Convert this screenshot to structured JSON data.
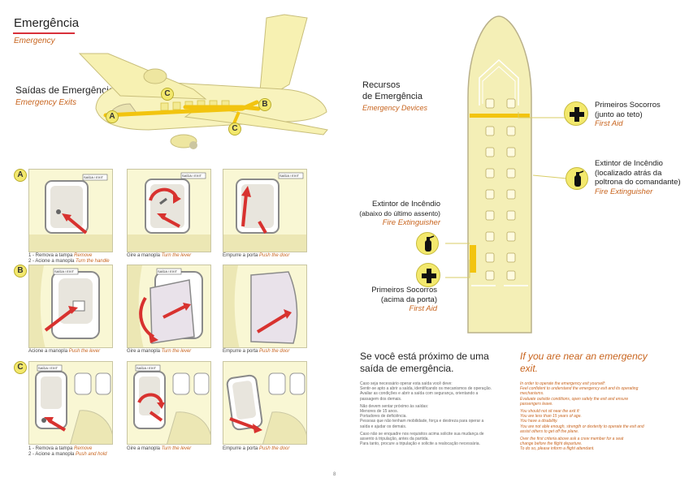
{
  "header": {
    "title": "Emergência",
    "subtitle": "Emergency"
  },
  "exits": {
    "title": "Saídas de Emergência",
    "subtitle": "Emergency Exits",
    "labels": [
      "A",
      "B",
      "C"
    ]
  },
  "rows": [
    {
      "label": "A",
      "captions": [
        {
          "pt": "1 - Remova a tampa",
          "en": "Remove",
          "pt2": "2 - Acione a manopla",
          "en2": "Turn the handle"
        },
        {
          "pt": "Gire a manopla",
          "en": "Turn the lever"
        },
        {
          "pt": "Empurre a porta",
          "en": "Push the door"
        }
      ]
    },
    {
      "label": "B",
      "captions": [
        {
          "pt": "Acione a manopla",
          "en": "Push the lever"
        },
        {
          "pt": "Gire a manopla",
          "en": "Turn the lever"
        },
        {
          "pt": "Empurre a porta",
          "en": "Push the door"
        }
      ]
    },
    {
      "label": "C",
      "captions": [
        {
          "pt": "1 - Remova a tampa",
          "en": "Remove",
          "pt2": "2 - Acione a manopla",
          "en2": "Push and hold"
        },
        {
          "pt": "Gire a manopla",
          "en": "Turn the lever"
        },
        {
          "pt": "Empurre a porta",
          "en": "Push the door"
        }
      ]
    }
  ],
  "exit_sign": "SAÍDA / EXIT",
  "page_number": "8",
  "devices": {
    "title_pt_1": "Recursos",
    "title_pt_2": "de Emergência",
    "title_en": "Emergency Devices",
    "first_aid_top": {
      "pt_1": "Primeiros Socorros",
      "pt_2": "(junto ao teto)",
      "en": "First Aid"
    },
    "extinguisher_right": {
      "pt_1": "Extintor de Incêndio",
      "pt_2": "(localizado atrás da",
      "pt_3": "poltrona do comandante)",
      "en": "Fire Extinguisher"
    },
    "extinguisher_left": {
      "pt_1": "Extintor de Incêndio",
      "pt_2": "(abaixo do último assento)",
      "en": "Fire Extinguisher"
    },
    "first_aid_left": {
      "pt_1": "Primeiros Socorros",
      "pt_2": "(acima da porta)",
      "en": "First Aid"
    }
  },
  "near_exit": {
    "pt_1": "Se você está próximo de uma",
    "pt_2": "saída de emergência.",
    "en_1": "If you are near an emergency",
    "en_2": "exit."
  },
  "fine_pt": [
    "Caso seja necessário operar esta saída você deve:",
    "Sentir-se apto a abrir a saída, identificando os mecanismos de operação.",
    "Avaliar as condições e abrir a saída com segurança, orientando a",
    "passagem dos demais.",
    "Não devem sentar próximo às saídas:",
    "Menores de 15 anos.",
    "Portadores de deficiência.",
    "Pessoas que não tenham mobilidade, força e destreza para operar a",
    "saída e ajudar os demais.",
    "Caso não se enquadre nos requisitos acima solicite sua mudança de",
    "assento à tripulação, antes da partida.",
    "Para tanto, procure a tripulação e solicite a realocação necessária."
  ],
  "fine_en": [
    "In order to operate the emergency exit yourself:",
    "Feel confident to understand the emergency exit and its operating",
    "mechanisms.",
    "Evaluate outside conditions, open safely the exit and ensure",
    "passengers leave.",
    "You should not sit near the exit if:",
    "You are less than 15 years of age.",
    "You have a disability.",
    "You are not able enough, strength or dexterity to operate the exit and",
    "assist others to get off the plane.",
    "Over the first criteria above ask a crew member for a seat",
    "change before the flight departure.",
    "To do so, please inform a flight attendant."
  ]
}
